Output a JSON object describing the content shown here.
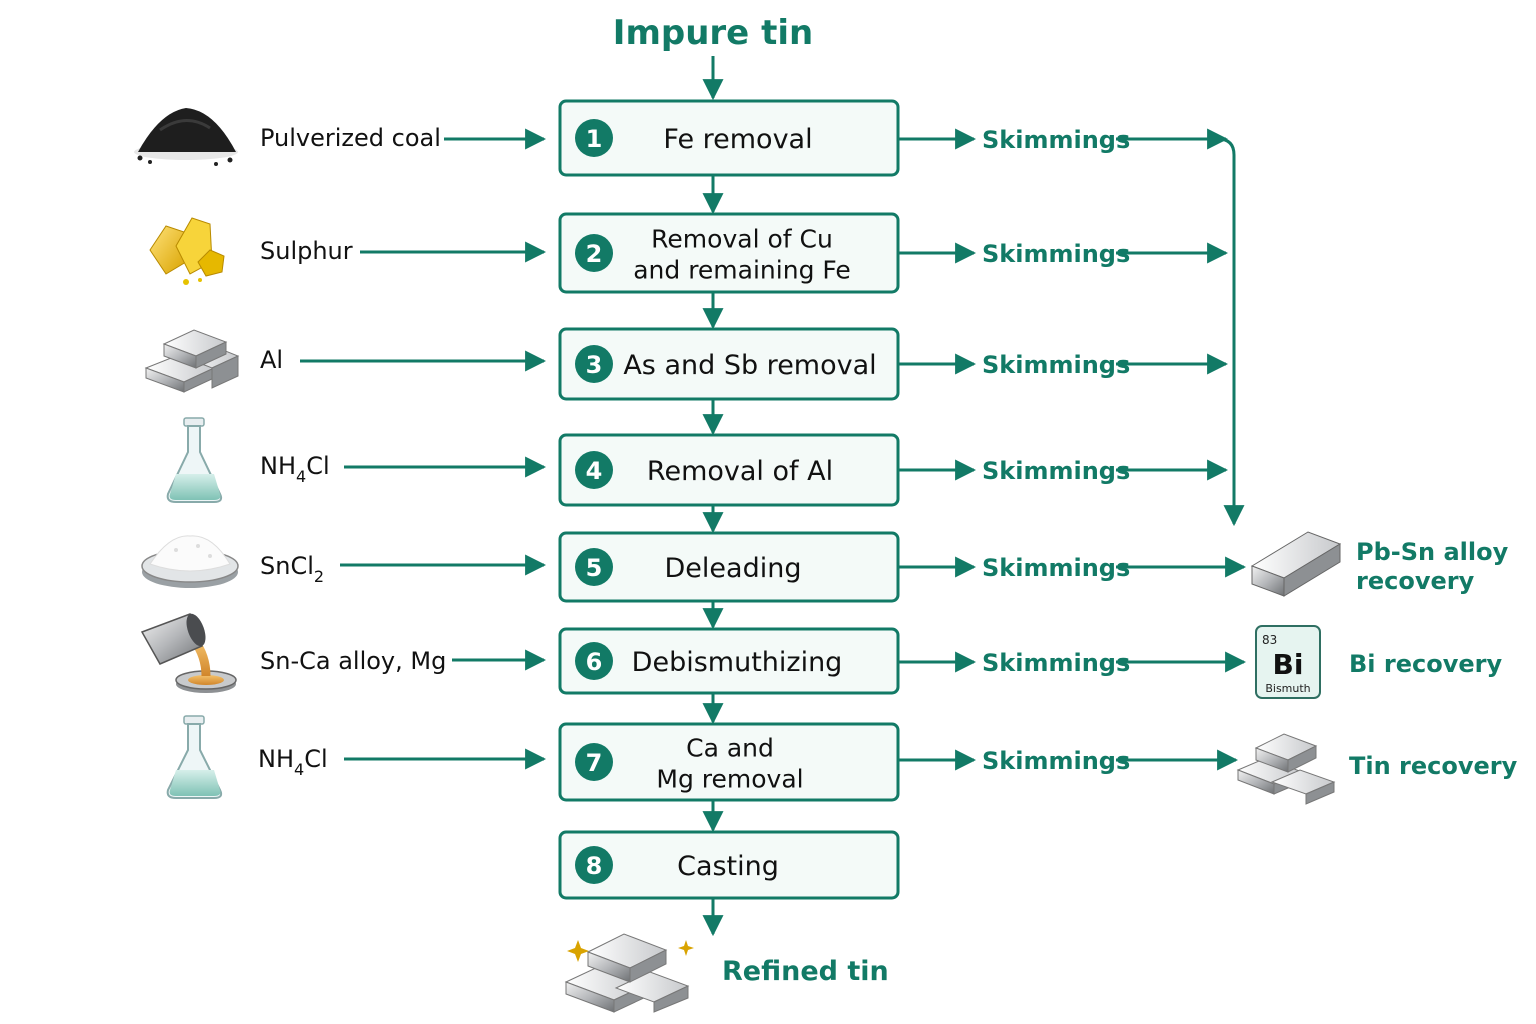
{
  "diagram": {
    "title": "Impure tin",
    "accent_color": "#127a66",
    "steps": [
      {
        "number": "1",
        "lines": [
          "Fe removal"
        ]
      },
      {
        "number": "2",
        "lines": [
          "Removal of Cu",
          "and remaining Fe"
        ]
      },
      {
        "number": "3",
        "lines": [
          "As and Sb removal"
        ]
      },
      {
        "number": "4",
        "lines": [
          "Removal of Al"
        ]
      },
      {
        "number": "5",
        "lines": [
          "Deleading"
        ]
      },
      {
        "number": "6",
        "lines": [
          "Debismuthizing"
        ]
      },
      {
        "number": "7",
        "lines": [
          "Ca and",
          "Mg removal"
        ]
      },
      {
        "number": "8",
        "lines": [
          "Casting"
        ]
      }
    ],
    "inputs": [
      {
        "label": "Pulverized coal",
        "icon": "coal-pile-icon"
      },
      {
        "label": "Sulphur",
        "icon": "sulphur-crystals-icon"
      },
      {
        "label": "Al",
        "icon": "aluminium-ingots-icon"
      },
      {
        "label": "NH",
        "sub": "4",
        "tail": "Cl",
        "icon": "flask-icon"
      },
      {
        "label": "SnCl",
        "sub": "2",
        "tail": "",
        "icon": "powder-dish-icon"
      },
      {
        "label": "Sn-Ca alloy, Mg",
        "icon": "pouring-ladle-icon"
      },
      {
        "label": "NH",
        "sub": "4",
        "tail": "Cl",
        "icon": "flask-icon"
      }
    ],
    "skimmings_label": "Skimmings",
    "outputs": [
      {
        "lines": [
          "Pb-Sn alloy",
          "recovery"
        ],
        "icon": "metal-bar-icon"
      },
      {
        "lines": [
          "Bi recovery"
        ],
        "icon": "bismuth-element-icon",
        "element": {
          "number": "83",
          "symbol": "Bi",
          "name": "Bismuth"
        }
      },
      {
        "lines": [
          "Tin recovery"
        ],
        "icon": "tin-ingots-icon"
      }
    ],
    "final_output": "Refined tin"
  }
}
